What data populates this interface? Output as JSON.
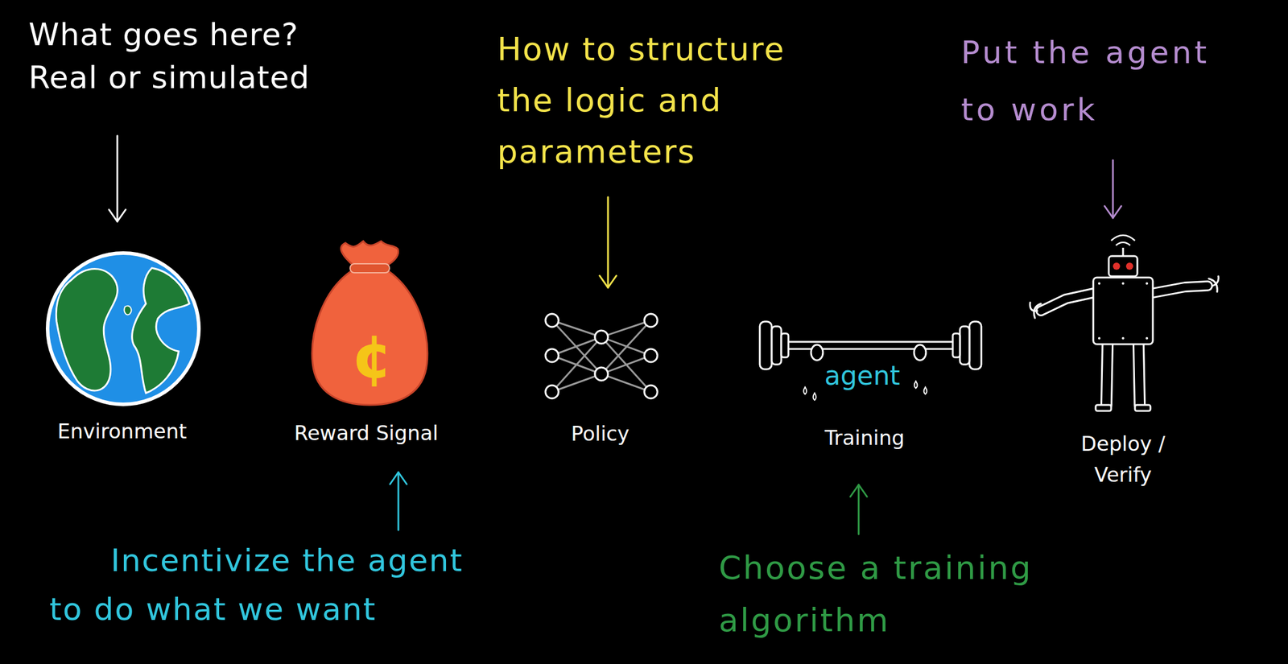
{
  "diagram": {
    "nodes": [
      {
        "text": [
          "Environment"
        ]
      },
      {
        "text": [
          "¢",
          "Reward Signal"
        ]
      },
      {
        "text": [
          "Policy"
        ]
      },
      {
        "text": [
          "agent",
          "Training"
        ]
      },
      {
        "text": [
          "Deploy / Verify"
        ]
      }
    ],
    "labels": [
      "What goes here? Real or simulated",
      "How to structure the logic and parameters",
      "Put the agent to work",
      "Incentivize the agent to do what we want",
      "Choose a training algorithm"
    ]
  }
}
